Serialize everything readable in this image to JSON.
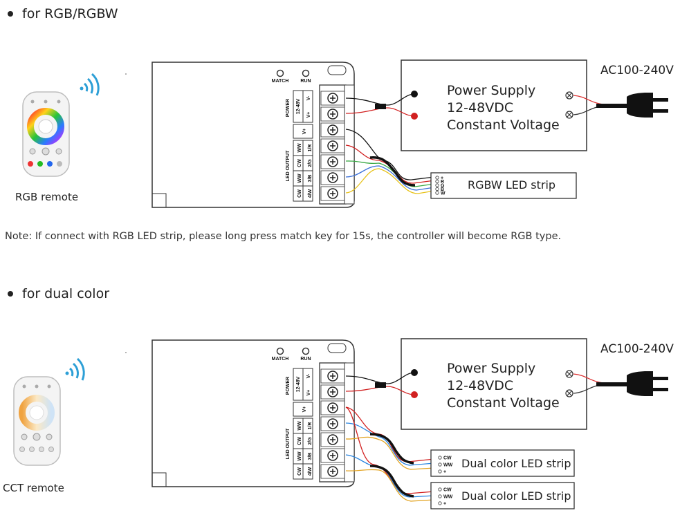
{
  "sections": [
    {
      "heading": "for RGB/RGBW",
      "remote_label": "RGB remote",
      "remote_type": "rgb",
      "power_supply": {
        "line1": "Power Supply",
        "line2": "12-48VDC",
        "line3": "Constant Voltage"
      },
      "ac_label": "AC100-240V",
      "controller": {
        "match_label": "MATCH",
        "run_label": "RUN",
        "power_group": "POWER",
        "voltage_label": "12-48V",
        "v_plus": "V+",
        "v_minus": "V-",
        "output_group": "LED OUTPUT",
        "common_plus": "V+",
        "rows": [
          {
            "num": "1/R",
            "b": "WW",
            "c": "WW"
          },
          {
            "num": "2/G",
            "b": "CW",
            "c": "CW"
          },
          {
            "num": "3/B",
            "b": "WW",
            "c": "WW"
          },
          {
            "num": "4/W",
            "b": "CW",
            "c": "CW"
          }
        ]
      },
      "strips": [
        {
          "label": "RGBW LED strip",
          "pins": [
            "+",
            "R",
            "G",
            "B",
            "W"
          ]
        }
      ]
    },
    {
      "heading": "for dual color",
      "remote_label": "CCT remote",
      "remote_type": "cct",
      "power_supply": {
        "line1": "Power Supply",
        "line2": "12-48VDC",
        "line3": "Constant Voltage"
      },
      "ac_label": "AC100-240V",
      "controller": {
        "match_label": "MATCH",
        "run_label": "RUN",
        "power_group": "POWER",
        "voltage_label": "12-48V",
        "v_plus": "V+",
        "v_minus": "V-",
        "output_group": "LED OUTPUT",
        "common_plus": "V+",
        "rows": [
          {
            "num": "1/R",
            "b": "WW",
            "c": "WW"
          },
          {
            "num": "2/G",
            "b": "CW",
            "c": "CW"
          },
          {
            "num": "3/B",
            "b": "WW",
            "c": "WW"
          },
          {
            "num": "4/W",
            "b": "CW",
            "c": "CW"
          }
        ]
      },
      "strips": [
        {
          "label": "Dual color LED strip",
          "pins": [
            "CW",
            "WW",
            "+"
          ]
        },
        {
          "label": "Dual color LED strip",
          "pins": [
            "CW",
            "WW",
            "+"
          ]
        }
      ]
    }
  ],
  "note": "Note: If connect with RGB LED strip, please long press match key for 15s, the controller will become RGB type.",
  "colors": {
    "wire_red": "#d93030",
    "wire_green": "#3aa845",
    "wire_blue": "#3a6fd8",
    "wire_yellow": "#e7c21a",
    "wire_cyan": "#4cc3d6",
    "wire_black": "#111111",
    "cw_wire": "#2a85e0",
    "ww_wire": "#e2a21f"
  }
}
